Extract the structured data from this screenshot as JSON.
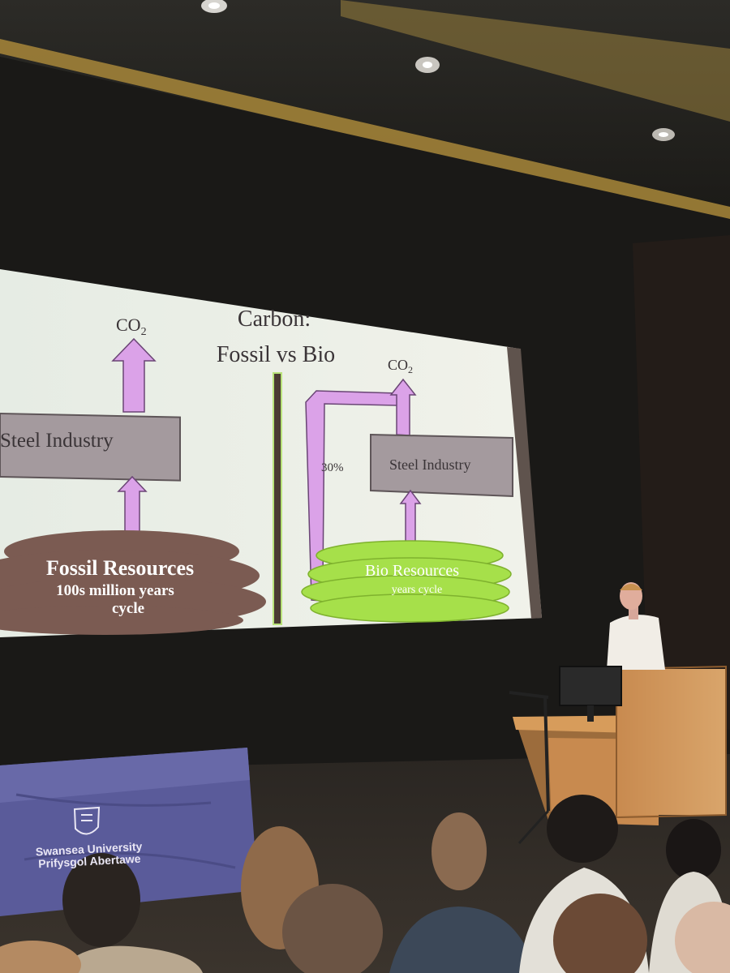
{
  "slide": {
    "title_line1": "Carbon:",
    "title_line2": "Fossil vs Bio",
    "left": {
      "co2": "CO",
      "co2_sub": "2",
      "industry": "Steel Industry",
      "resource": "Fossil Resources",
      "cycle_line1": "100s million years",
      "cycle_line2": "cycle"
    },
    "right": {
      "co2": "CO",
      "co2_sub": "2",
      "industry": "Steel Industry",
      "percent": "30%",
      "resource": "Bio Resources",
      "cycle": "years cycle"
    },
    "colors": {
      "arrow": "#dba2e8",
      "box": "#a49a9e",
      "fossil": "#7b5b52",
      "bio": "#a6e04a",
      "divider": "#4a3a33"
    }
  },
  "table_cloth": {
    "logo_line1": "Swansea University",
    "logo_line2": "Prifysgol Abertawe",
    "logo_icon": "crest-icon",
    "color": "#5a5b9a"
  }
}
